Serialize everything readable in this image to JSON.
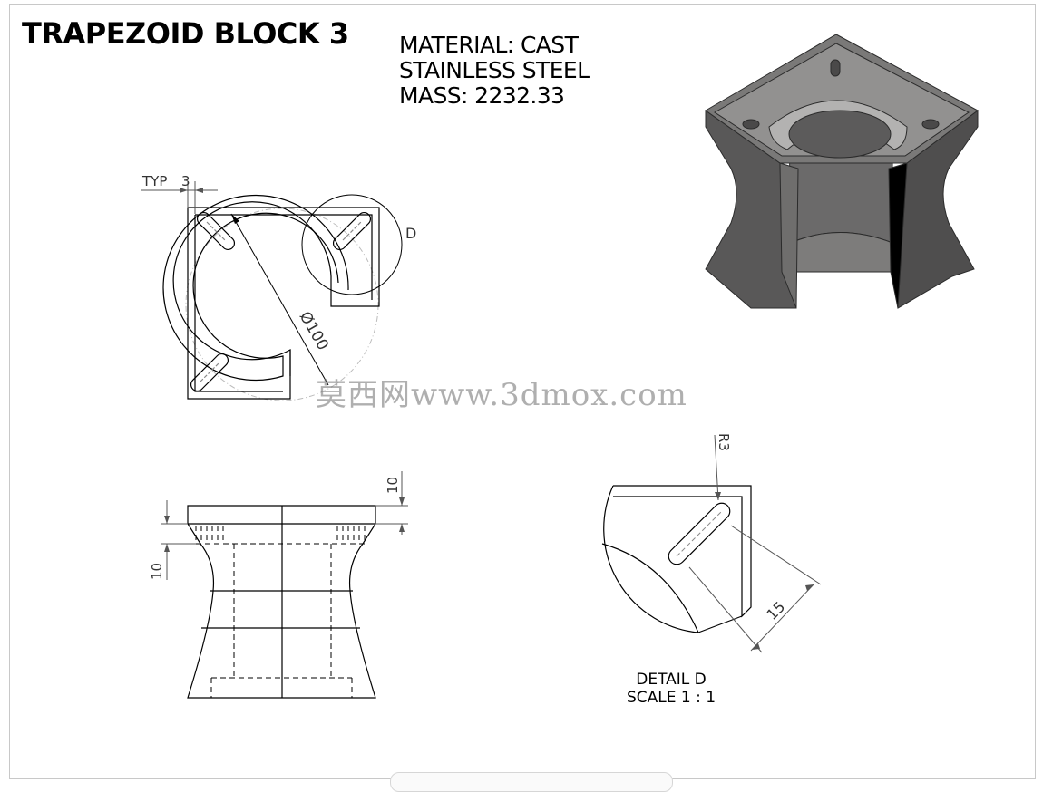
{
  "drawing": {
    "title": "TRAPEZOID BLOCK 3",
    "material_line1": "MATERIAL: CAST",
    "material_line2": "STAINLESS STEEL",
    "mass_line": "MASS: 2232.33"
  },
  "top_view": {
    "typ_label": "TYP",
    "typ_value": "3",
    "diameter_label": "Ø100",
    "detail_callout": "D"
  },
  "front_view": {
    "top_dim": "10",
    "side_dim": "10"
  },
  "detail_view": {
    "radius_label": "R3",
    "length_label": "15",
    "caption_line1": "DETAIL D",
    "caption_line2": "SCALE 1 : 1"
  },
  "watermark": "莫西网www.3dmox.com",
  "colors": {
    "line": "#000000",
    "dim_line": "#555555",
    "hidden_line": "#000000",
    "iso_dark": "#4a4949",
    "iso_mid": "#6b6a6a",
    "iso_light": "#8e8d8c"
  }
}
